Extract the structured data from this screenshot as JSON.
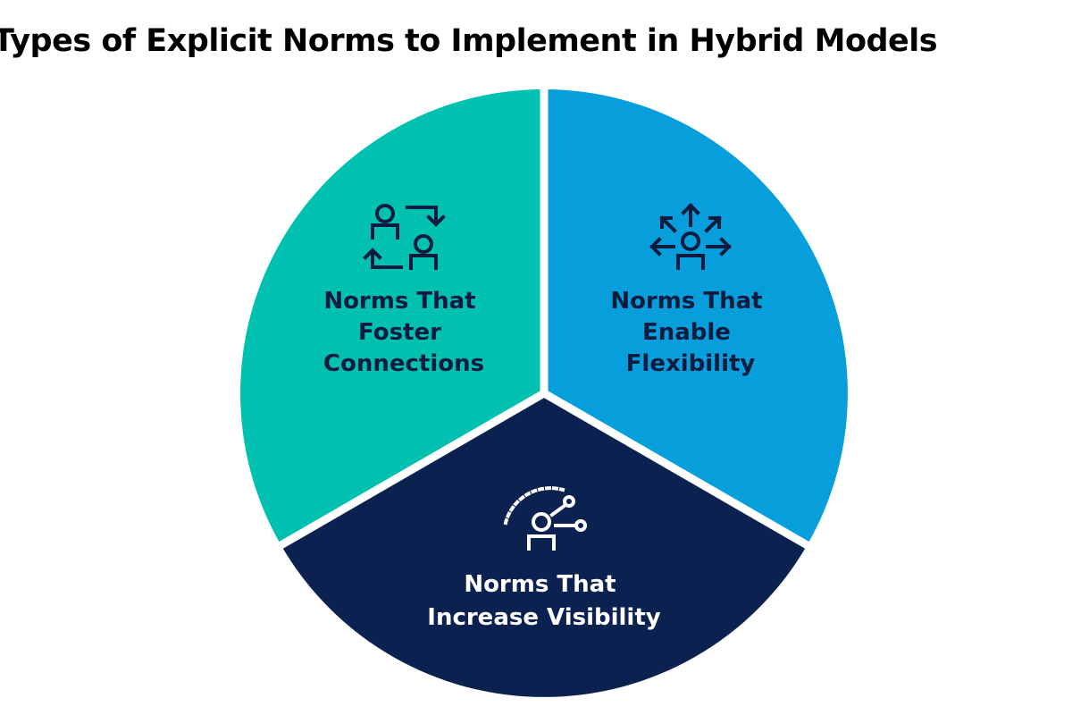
{
  "title": "Types of Explicit Norms to Implement in Hybrid Models",
  "segments": [
    {
      "label_lines": [
        "Norms That",
        "Foster",
        "Connections"
      ],
      "color": "#00c0b0",
      "text_color": "#0d1b3e",
      "icon": "people-exchange-icon"
    },
    {
      "label_lines": [
        "Norms That",
        "Enable",
        "Flexibility"
      ],
      "color": "#069edb",
      "text_color": "#0d1b3e",
      "icon": "person-arrows-out-icon"
    },
    {
      "label_lines": [
        "Norms That",
        "Increase Visibility"
      ],
      "color": "#0b2150",
      "text_color": "#ffffff",
      "icon": "person-visibility-icon"
    }
  ],
  "colors": {
    "divider": "#ffffff",
    "title": "#000000"
  }
}
